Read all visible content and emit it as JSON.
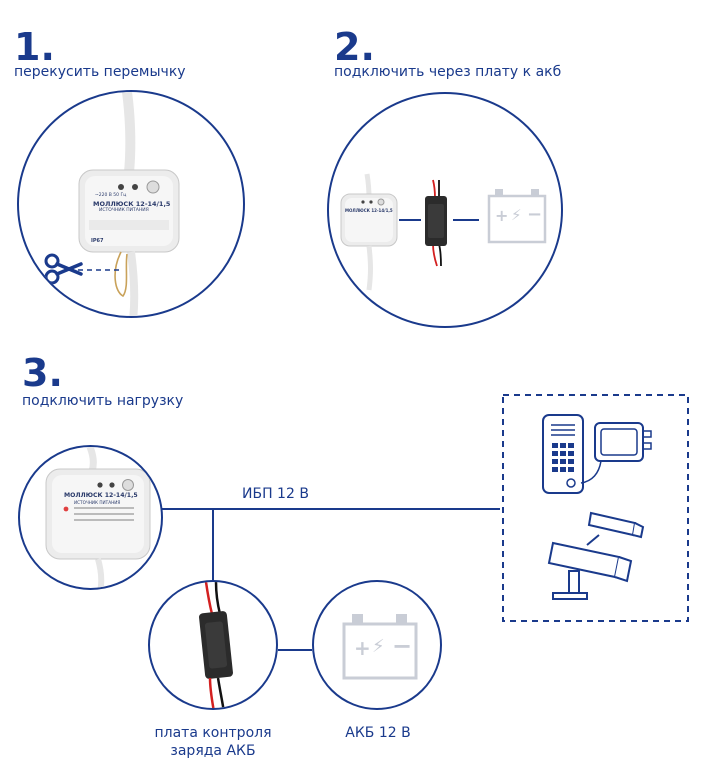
{
  "step1": {
    "number": "1.",
    "text": "перекусить перемычку"
  },
  "step2": {
    "number": "2.",
    "text": "подключить через плату к акб"
  },
  "step3": {
    "number": "3.",
    "text": "подключить нагрузку"
  },
  "device": {
    "model": "МОЛЛЮСК 12-14/1,5",
    "subtitle": "ИСТОЧНИК ПИТАНИЯ",
    "voltage_in": "~220 В 50 Гц",
    "rating": "IP67"
  },
  "labels": {
    "ups_line": "ИБП 12 В",
    "board_line1": "плата контроля",
    "board_line2": "заряда АКБ",
    "battery": "АКБ 12 В"
  },
  "battery_glyphs": {
    "plus": "+",
    "minus": "−",
    "bolt": "⚡"
  },
  "colors": {
    "accent": "#1a3a8c",
    "battery": "#c9cdd6",
    "board": "#2b2b2b",
    "wire_red": "#d32020",
    "wire_black": "#111111"
  }
}
